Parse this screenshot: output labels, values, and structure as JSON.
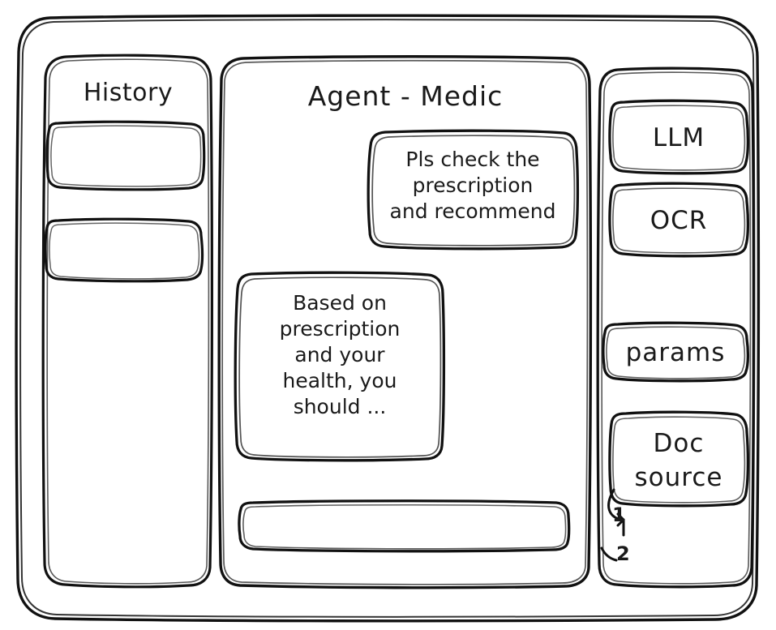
{
  "window": {
    "name": "agent-medic-wireframe",
    "background": "#ffffff",
    "stroke_color": "#111111",
    "style": "hand-drawn-sketch"
  },
  "left_sidebar": {
    "title": "History",
    "items": [
      {
        "label": "",
        "name": "history-item-1"
      },
      {
        "label": "",
        "name": "history-item-2"
      }
    ]
  },
  "main_panel": {
    "title": "Agent - Medic",
    "messages": [
      {
        "role": "user",
        "text": "Pls check the\nprescription\nand recommend",
        "align": "right"
      },
      {
        "role": "assistant",
        "text": "Based on\nprescription\nand your\nhealth, you\nshould ...",
        "align": "left"
      }
    ],
    "composer": {
      "value": "",
      "placeholder": ""
    }
  },
  "right_sidebar": {
    "buttons": [
      {
        "label": "LLM",
        "name": "llm-button"
      },
      {
        "label": "OCR",
        "name": "ocr-button"
      },
      {
        "label": "params",
        "name": "params-button"
      }
    ],
    "doc_source": {
      "label": "Doc\nsource",
      "entries": [
        "1",
        "2"
      ]
    }
  }
}
